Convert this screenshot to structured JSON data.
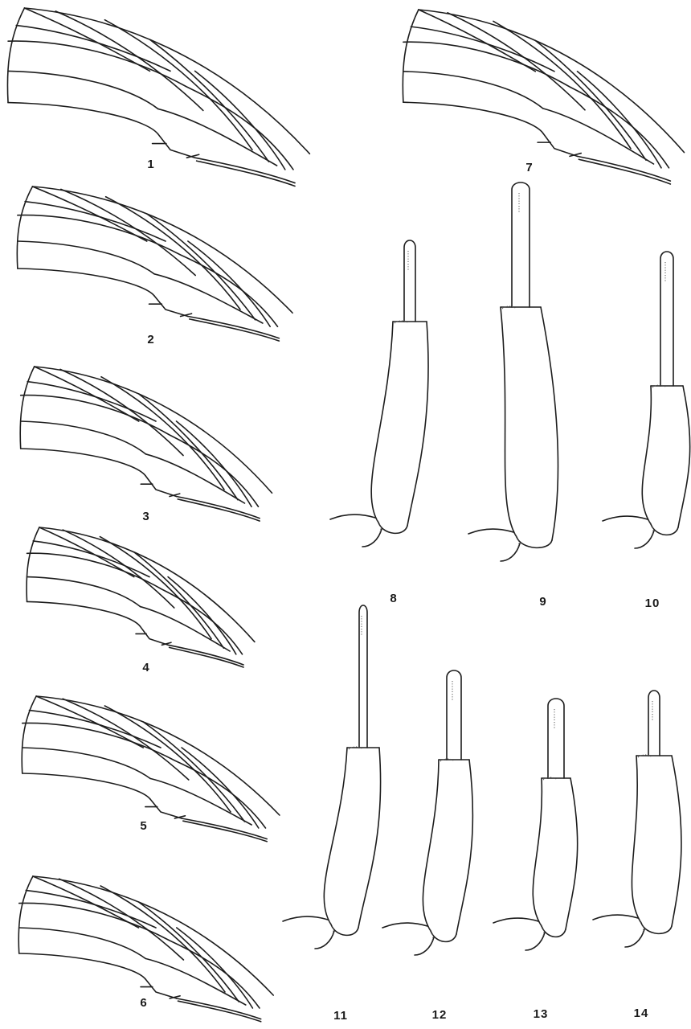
{
  "plate": {
    "figures": [
      {
        "id": "fig-1",
        "label": "1",
        "kind": "wing"
      },
      {
        "id": "fig-2",
        "label": "2",
        "kind": "wing"
      },
      {
        "id": "fig-3",
        "label": "3",
        "kind": "wing"
      },
      {
        "id": "fig-4",
        "label": "4",
        "kind": "wing"
      },
      {
        "id": "fig-5",
        "label": "5",
        "kind": "wing"
      },
      {
        "id": "fig-6",
        "label": "6",
        "kind": "wing"
      },
      {
        "id": "fig-7",
        "label": "7",
        "kind": "wing"
      },
      {
        "id": "fig-8",
        "label": "8",
        "kind": "appendage"
      },
      {
        "id": "fig-9",
        "label": "9",
        "kind": "appendage"
      },
      {
        "id": "fig-10",
        "label": "10",
        "kind": "appendage"
      },
      {
        "id": "fig-11",
        "label": "11",
        "kind": "appendage"
      },
      {
        "id": "fig-12",
        "label": "12",
        "kind": "appendage"
      },
      {
        "id": "fig-13",
        "label": "13",
        "kind": "appendage"
      },
      {
        "id": "fig-14",
        "label": "14",
        "kind": "appendage"
      }
    ]
  }
}
